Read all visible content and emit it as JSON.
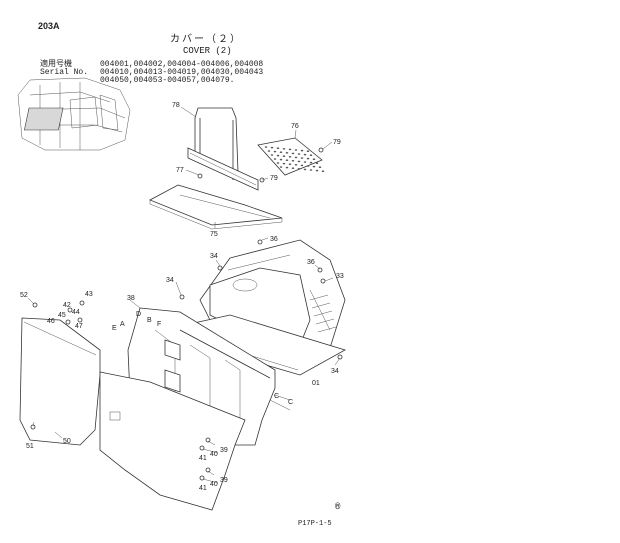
{
  "header": {
    "page_code": "203A",
    "title_jp": "カバー（２）",
    "title_en": "COVER (2)",
    "serial_label_jp": "適用号機",
    "serial_label_en": "Serial No.",
    "serial_lines": [
      "004001,004002,004004-004006,004008",
      "004010,004013-004019,004030,004043",
      "004050,004053-004057,004079."
    ]
  },
  "footer": {
    "circle_mark": "®",
    "page_ref": "P17P-1-5"
  },
  "callouts": [
    {
      "id": "c78",
      "text": "78"
    },
    {
      "id": "c76",
      "text": "76"
    },
    {
      "id": "c79a",
      "text": "79"
    },
    {
      "id": "c77",
      "text": "77"
    },
    {
      "id": "c79b",
      "text": "79"
    },
    {
      "id": "c75",
      "text": "75"
    },
    {
      "id": "c36a",
      "text": "36"
    },
    {
      "id": "c34a",
      "text": "34"
    },
    {
      "id": "c36b",
      "text": "36"
    },
    {
      "id": "c33",
      "text": "33"
    },
    {
      "id": "c34b",
      "text": "34"
    },
    {
      "id": "c38",
      "text": "38"
    },
    {
      "id": "c52",
      "text": "52"
    },
    {
      "id": "c43",
      "text": "43"
    },
    {
      "id": "c42",
      "text": "42"
    },
    {
      "id": "c44",
      "text": "44"
    },
    {
      "id": "c46",
      "text": "46"
    },
    {
      "id": "c45",
      "text": "45"
    },
    {
      "id": "c47",
      "text": "47"
    },
    {
      "id": "cA",
      "text": "A"
    },
    {
      "id": "cE",
      "text": "E"
    },
    {
      "id": "cD",
      "text": "D"
    },
    {
      "id": "cB",
      "text": "B"
    },
    {
      "id": "cF",
      "text": "F"
    },
    {
      "id": "cC1",
      "text": "C"
    },
    {
      "id": "cC2",
      "text": "C"
    },
    {
      "id": "c01",
      "text": "01"
    },
    {
      "id": "c34c",
      "text": "34"
    },
    {
      "id": "c51",
      "text": "51"
    },
    {
      "id": "c50",
      "text": "50"
    },
    {
      "id": "c39a",
      "text": "39"
    },
    {
      "id": "c41a",
      "text": "41"
    },
    {
      "id": "c40a",
      "text": "40"
    },
    {
      "id": "c40b",
      "text": "40"
    },
    {
      "id": "c39b",
      "text": "39"
    },
    {
      "id": "c41b",
      "text": "41"
    }
  ]
}
